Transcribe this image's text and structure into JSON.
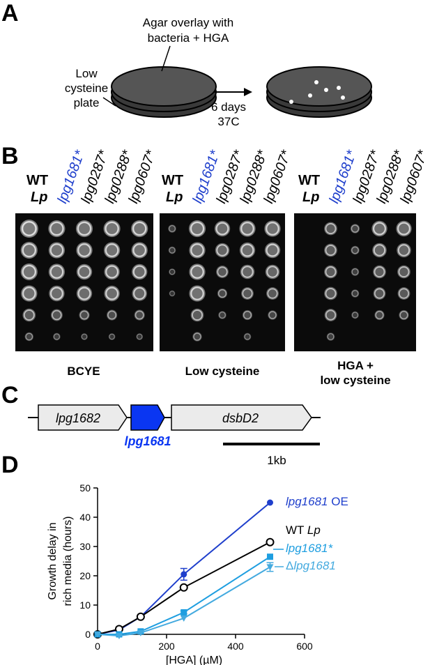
{
  "panels": {
    "A": "A",
    "B": "B",
    "C": "C",
    "D": "D"
  },
  "panelA": {
    "overlay_label": [
      "Agar overlay with",
      "bacteria + HGA"
    ],
    "plate_label": [
      "Low",
      "cysteine",
      "plate"
    ],
    "arrow_label": [
      "6 days",
      "37C"
    ]
  },
  "panelB": {
    "wt": "WT",
    "lp": "Lp",
    "strains": [
      "lpg1681*",
      "lpg0287*",
      "lpg0288*",
      "lpg0607*"
    ],
    "conditions": [
      {
        "lines": [
          "BCYE"
        ]
      },
      {
        "lines": [
          "Low cysteine"
        ]
      },
      {
        "lines": [
          "HGA +",
          "low cysteine"
        ]
      }
    ]
  },
  "panelC": {
    "genes": [
      "lpg1682",
      "lpg1681",
      "dsbD2"
    ],
    "scale_label": "1kb",
    "highlight_color": "#0a36f2"
  },
  "chart_data": {
    "type": "line",
    "title": "",
    "xlabel": "[HGA] (µM)",
    "ylabel": [
      "Growth delay in",
      "rich media (hours)"
    ],
    "xlim": [
      0,
      600
    ],
    "ylim": [
      0,
      50
    ],
    "xticks": [
      "0",
      "200",
      "400",
      "600"
    ],
    "yticks": [
      "0",
      "10",
      "20",
      "30",
      "40",
      "50"
    ],
    "series": [
      {
        "name": "lpg1681 OE",
        "color": "#1f3fcc",
        "marker": "circle-filled",
        "x": [
          0,
          62.5,
          125,
          250,
          500
        ],
        "y": [
          0,
          1.5,
          6,
          20.5,
          45
        ],
        "err": [
          0,
          0,
          0,
          2,
          0
        ]
      },
      {
        "name": "WT Lp",
        "color": "#000000",
        "marker": "circle-open",
        "x": [
          0,
          62.5,
          125,
          250,
          500
        ],
        "y": [
          0,
          1.8,
          6,
          16,
          31.5
        ],
        "err": [
          0,
          0,
          0,
          0,
          0
        ]
      },
      {
        "name": "lpg1681*",
        "color": "#1e9ee0",
        "marker": "square",
        "x": [
          0,
          62.5,
          125,
          250,
          500
        ],
        "y": [
          0,
          0,
          1,
          7.5,
          26.5
        ],
        "err": [
          0,
          0,
          0,
          0.5,
          0
        ]
      },
      {
        "name": "Δlpg1681",
        "color": "#44aadf",
        "marker": "triangle-down",
        "x": [
          0,
          62.5,
          125,
          250,
          500
        ],
        "y": [
          0,
          -0.5,
          0.5,
          5.5,
          23
        ],
        "err": [
          0,
          0,
          0,
          0,
          1.5
        ]
      }
    ],
    "legend": [
      {
        "italic": "lpg1681",
        "rest": " OE",
        "color": "#1f3fcc"
      },
      {
        "pre": "WT ",
        "italic": "Lp",
        "color": "#000000"
      },
      {
        "italic": "lpg1681*",
        "color": "#1e9ee0"
      },
      {
        "pre": "Δ",
        "italic": "lpg1681",
        "color": "#44aadf"
      }
    ]
  }
}
